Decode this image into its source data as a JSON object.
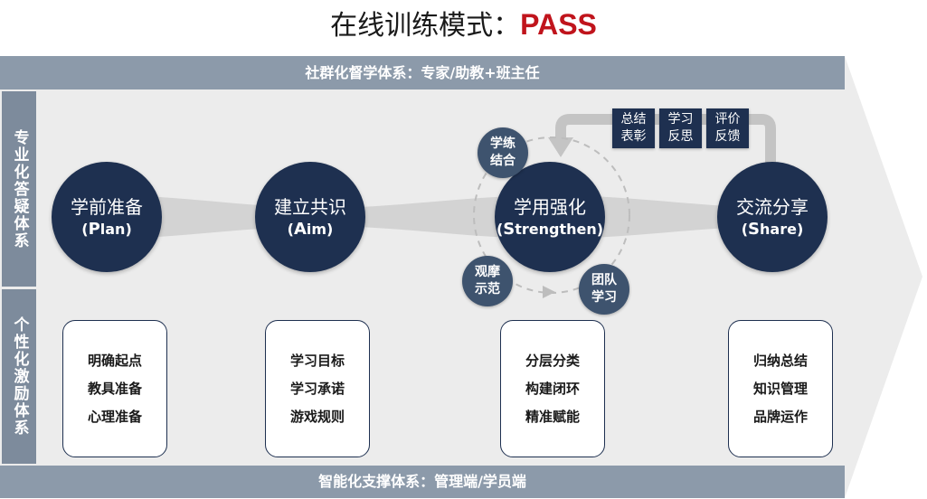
{
  "title": {
    "main": "在线训练模式：",
    "accent": "PASS"
  },
  "top_banner": "社群化督学体系：专家/助教+班主任",
  "bottom_banner": "智能化支撑体系：管理端/学员端",
  "side_labels": {
    "answer": "专业化答疑体系",
    "incentive": "个性化激励体系"
  },
  "stages": [
    {
      "cn": "学前准备",
      "en_cap": "P",
      "en_rest": "lan",
      "items": [
        "明确起点",
        "教具准备",
        "心理准备"
      ]
    },
    {
      "cn": "建立共识",
      "en_cap": "A",
      "en_rest": "im",
      "items": [
        "学习目标",
        "学习承诺",
        "游戏规则"
      ]
    },
    {
      "cn": "学用强化",
      "en_cap": "S",
      "en_rest": "trengthen",
      "items": [
        "分层分类",
        "构建闭环",
        "精准赋能"
      ]
    },
    {
      "cn": "交流分享",
      "en_cap": "S",
      "en_rest": "hare",
      "items": [
        "归纳总结",
        "知识管理",
        "品牌运作"
      ]
    }
  ],
  "cycle": [
    {
      "line1": "学练",
      "line2": "结合"
    },
    {
      "line1": "观摩",
      "line2": "示范"
    },
    {
      "line1": "团队",
      "line2": "学习"
    }
  ],
  "feedback": [
    {
      "line1": "总结",
      "line2": "表彰"
    },
    {
      "line1": "学习",
      "line2": "反思"
    },
    {
      "line1": "评价",
      "line2": "反馈"
    }
  ],
  "colors": {
    "accent": "#c0141c",
    "circle": "#1e3050",
    "mini": "#3e536e",
    "banner": "#8c9aaa",
    "side": "#7d8b9c",
    "arrow": "#eaeaea",
    "flow": "#d3d3d3"
  }
}
